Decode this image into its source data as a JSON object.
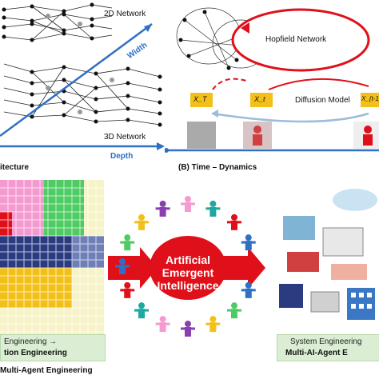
{
  "panel_a": {
    "label_2d": "2D Network",
    "label_3d": "3D Network",
    "axis_width": "Width",
    "axis_depth": "Depth",
    "caption": "itecture"
  },
  "panel_b": {
    "hopfield": "Hopfield Network",
    "diffusion": "Diffusion Model",
    "x_t_cap": "X_T",
    "x_t": "X_t",
    "x_t_minus": "X_{t-1}",
    "caption": "(B) Time – Dynamics"
  },
  "panel_c": {
    "center_line1": "Artificial",
    "center_line2": "Emergent",
    "center_line3": "Intelligence",
    "left_box_line1": "Engineering →",
    "left_box_line2": "tion Engineering",
    "right_box_line1": "System Engineering",
    "right_box_line2": "Multi-AI-Agent E",
    "caption": "Multi-Agent Engineering"
  },
  "colors": {
    "accent_blue": "#2f6fc4",
    "red": "#e0101a",
    "label_box": "#dbeed4",
    "node_gray": "#888888"
  }
}
